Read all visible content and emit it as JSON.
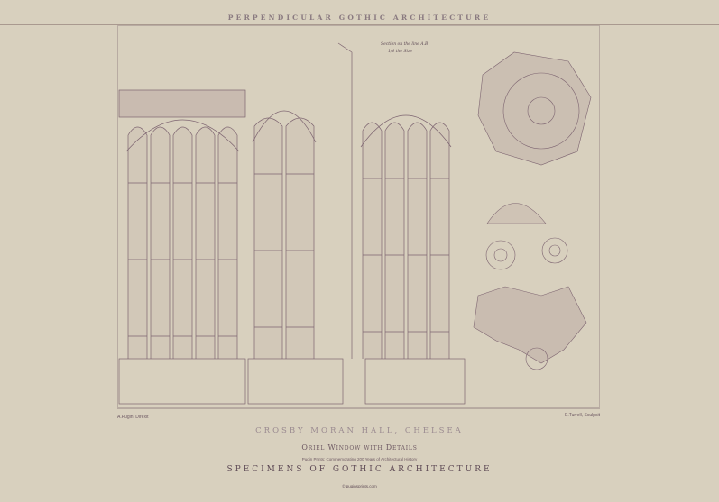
{
  "header": {
    "title": "PERPENDICULAR GOTHIC ARCHITECTURE"
  },
  "plate": {
    "annotations": {
      "section_note": "Section on the line A.B",
      "scale_note": "1/4 the Size"
    },
    "credit_left": "A.Pugin, Direxit",
    "credit_right": "E.Turrell, Sculpsit"
  },
  "caption": {
    "subject": "CROSBY MORAN HALL, CHELSEA",
    "subtitle": "Oriel Window with Details",
    "note": "Pugin Prints: Commemorating 200 Years of Architectural History",
    "series": "SPECIMENS OF GOTHIC ARCHITECTURE",
    "website": "© puginsprints.com"
  },
  "colors": {
    "paper": "#d8d0be",
    "ink": "#7d6470"
  }
}
